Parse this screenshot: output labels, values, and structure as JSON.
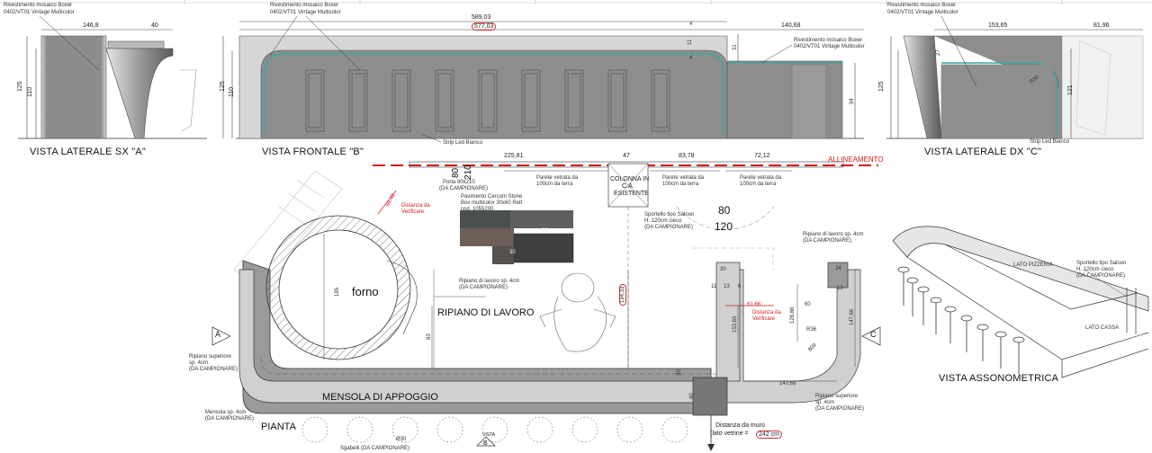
{
  "views": {
    "left": {
      "title": "VISTA LATERALE SX \"A\"",
      "note_line1": "Rivestimento mosaico Boxer",
      "note_line2": "0402/VT01 Vintage Multicolor",
      "dims": {
        "w1": "146,8",
        "w2": "40",
        "h1": "125",
        "h2": "110"
      }
    },
    "front": {
      "title": "VISTA FRONTALE \"B\"",
      "note_line1": "Rivestimento mosaico Boxer",
      "note_line2": "0402/VT01 Vintage Multicolor",
      "dims": {
        "total": "589,03",
        "inner": "577,03",
        "right": "140,68",
        "h1": "125",
        "h2": "110",
        "d4a": "4",
        "d4b": "4",
        "d11": "11",
        "d31": "31",
        "d94": "94"
      },
      "note_right_line1": "Rivestimento mosaico Boxer",
      "note_right_line2": "0402/VT01 Vintage Multicolor",
      "led": "Strip Led Bianco"
    },
    "right": {
      "title": "VISTA LATERALE DX \"C\"",
      "note_line1": "Rivestimento mosaico Boxer",
      "note_line2": "0402/VT01 Vintage Multicolor",
      "dims": {
        "w1": "153,65",
        "w2": "81,96",
        "h1": "125",
        "h2": "121",
        "d27": "27",
        "r30": "R30"
      },
      "led": "Strip Led Bianco"
    },
    "iso": {
      "title": "VISTA ASSONOMETRICA",
      "lato_pizzeria": "LATO PIZZERIA",
      "lato_cassa": "LATO CASSA",
      "saloon_line1": "Sportello tipo Saloon",
      "saloon_line2": "H. 120cm cieco",
      "saloon_line3": "(DA CAMPIONARE)"
    }
  },
  "plan": {
    "title": "PIANTA",
    "allineamento": "ALLINEAMENTO",
    "forno": "forno",
    "ripiano": "RIPIANO DI LAVORO",
    "mensola": "MENSOLA DI APPOGGIO",
    "colonna_line1": "COLONNA IN",
    "colonna_line2": "C.A.",
    "colonna_line3": "ESISTENTE",
    "porta_line1": "Porta 80x210",
    "porta_line2": "(DA CAMPIONARE)",
    "d80": "80",
    "d210": "210",
    "d22581": "225,81",
    "d47": "47",
    "d8378": "83,78",
    "d7212": "72,12",
    "parete1_line1": "Parete vetrata da",
    "parete1_line2": "100cm da terra",
    "parete2_line1": "Parete vetrata da",
    "parete2_line2": "100cm da terra",
    "parete3_line1": "Parete vetrata da",
    "parete3_line2": "100cm da terra",
    "distanza1": "69,48",
    "distanza_verif1": "Distanza da",
    "distanza_verif2": "Verificare",
    "pav_line1": "Pavimento Cercom Stone",
    "pav_line2": "Box multicolor 30x60 Rett",
    "pav_line3": "cod. 1055200",
    "tile60": "60",
    "tile30": "30",
    "saloon_line1": "Sportello tipo Saloon",
    "saloon_line2": "H. 120cm cieco",
    "saloon_line3": "(DA CAMPIONARE)",
    "door80": "80",
    "door120": "120",
    "rip_note_line1": "Ripiano di lavoro sp. 4cm",
    "rip_note_line2": "(DA CAMPIONARE)",
    "rip_note2_line1": "Ripiano di lavoro sp. 4cm",
    "rip_note2_line2": "(DA CAMPIONARE)",
    "d185": "185",
    "d19433": "194,33",
    "d83": "83",
    "d30a": "30",
    "d11": "11",
    "d13": "13",
    "d6": "6",
    "d6166": "61,66",
    "d15365": "153,65",
    "d12886": "128,86",
    "d60": "60",
    "d14766": "147,66",
    "d24": "24",
    "d13b": "13",
    "r36": "R36",
    "d809": "809",
    "d30b": "30",
    "d40": "40",
    "d14068": "140,68",
    "rip_sup_line1": "Ripiano superiore",
    "rip_sup_line2": "sp. 4cm",
    "rip_sup_line3": "(DA CAMPIONARE)",
    "rip_sup2_line1": "Ripiano superiore",
    "rip_sup2_line2": "sp. 4cm",
    "rip_sup2_line3": "(DA CAMPIONARE)",
    "mens_line1": "Mensola sp. 4cm",
    "mens_line2": "(DA CAMPIONARE)",
    "sgabelli": "Sgabelli (DA CAMPIONARE)",
    "o30": "Ø30",
    "distanza_muro_line1": "Distanza da muro",
    "distanza_muro_line2": "(lato vetrine =",
    "distanza_muro_val": "242 cm",
    "markA": "A",
    "markC": "C",
    "vista": "VISTA",
    "markB": "B"
  },
  "colors": {
    "ink": "#222222",
    "red": "#d41a1a",
    "panel": "#8a8a8a",
    "panel_light": "#c8c8c8",
    "led": "#3aa6a6",
    "counter": "#9a9a9a"
  }
}
